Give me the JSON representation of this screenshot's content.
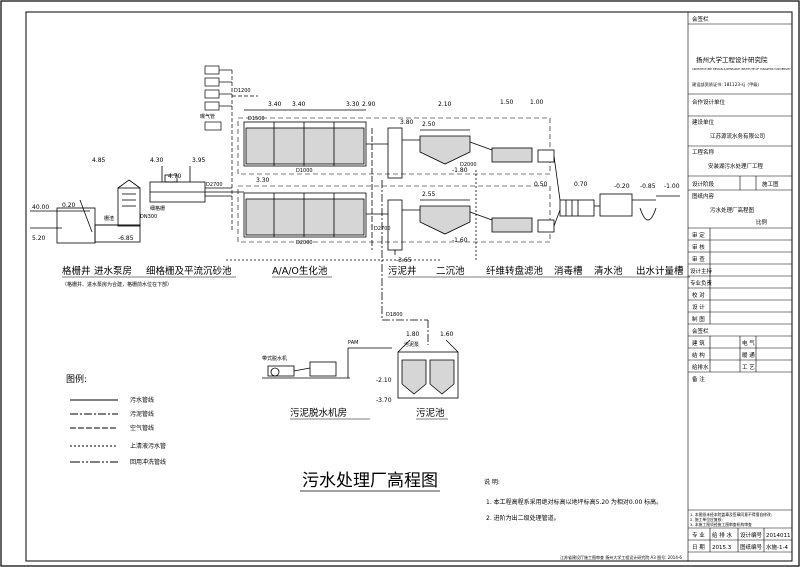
{
  "drawing": {
    "title": "污水处理厂高程图",
    "units": [
      "格栅井",
      "进水泵房",
      "细格栅及平流沉砂池",
      "A/A/O生化池",
      "污泥井",
      "二沉池",
      "纤维转盘滤池",
      "消毒槽",
      "清水池",
      "出水计量槽",
      "污泥脱水机房",
      "污泥池"
    ],
    "sub_notes": [
      "（格栅井、进水泵房为合建，格栅前水位在下部）"
    ],
    "legend": {
      "title": "图例:",
      "items": [
        "污水管线",
        "污泥管线",
        "空气管线",
        "上清液污水管",
        "回用冲洗管线"
      ]
    },
    "notes": {
      "title": "说 明:",
      "items": [
        "1. 本工程高程系采用绝对标高以地坪标高5.20 为相对0.00 标高。",
        "2. 进阶为出二级处理管道。"
      ]
    },
    "elevations": {
      "inlet_left": [
        "40.00",
        "0.20",
        "5.20"
      ],
      "pump": [
        "4.85",
        "-6.85",
        "4.30",
        "3.95",
        "4.70"
      ],
      "aao": [
        "3.40",
        "3.40",
        "3.30",
        "2.90",
        "3.30"
      ],
      "sludge_well": [
        "3.80",
        "-3.65"
      ],
      "clarifier": [
        "2.50",
        "2.10",
        "-1.80",
        "-1.60",
        "2.55"
      ],
      "filter": [
        "1.50",
        "1.00",
        "0.50",
        "0.70"
      ],
      "outlet": [
        "-0.20",
        "-0.85",
        "-1.00"
      ],
      "sludge_tank": [
        "1.80",
        "1.60",
        "-2.10",
        "-3.70"
      ]
    },
    "pipes": [
      "D1200",
      "D1500",
      "D1000",
      "D2700",
      "DN300",
      "D2000",
      "D2700",
      "D1800",
      "D2000"
    ],
    "misc": [
      "曝气管",
      "细格栅",
      "带式脱水机",
      "PAM",
      "栅渣",
      "污泥泵"
    ]
  },
  "title_block": {
    "header": "会签栏",
    "institute": "扬州大学工程设计研究院",
    "institute_en": "ARCHITECTURE DESIGN & RESEARCH INSTITUTE OF YANGZHOU UNIVERSITY",
    "cert": "建设部资质证书: 181123-sj（甲级）",
    "joint_unit_label": "合作设计单位",
    "client_label": "建设单位",
    "client": "江苏源流水务有限公司",
    "project_label": "工程名称",
    "project": "安装湖污水处理厂工程",
    "stage_label": "设计阶段",
    "stage": "施工图",
    "drawing_label": "图纸内容",
    "drawing_name": "污水处理厂高程图",
    "scale_label": "比例",
    "roles": [
      "审 定",
      "审 核",
      "审 查",
      "设计主持",
      "专业负责",
      "校 对",
      "设 计",
      "制 图"
    ],
    "sign_header": "会签栏",
    "sign_rows": [
      [
        "建 筑",
        "电 气"
      ],
      [
        "结 构",
        "暖 通"
      ],
      [
        "给排水",
        "工 艺"
      ]
    ],
    "note_row": "备 注",
    "bottom_notes": [
      "1. 本图纸未经本院盖章及签章同意不得擅自修改;",
      "2. 施工单位应复核;",
      "3. 本施工图须经施工图审查机构审查"
    ],
    "footer": [
      [
        "专 业",
        "给 排 水",
        "设计编号",
        "2014011"
      ],
      [
        "日 期",
        "2015.3",
        "图纸编号",
        "水施-1-4"
      ]
    ],
    "print_line": "江苏省建设厅施工图审查 扬州大学工程设计研究院 A3 图号: 2014-6"
  }
}
